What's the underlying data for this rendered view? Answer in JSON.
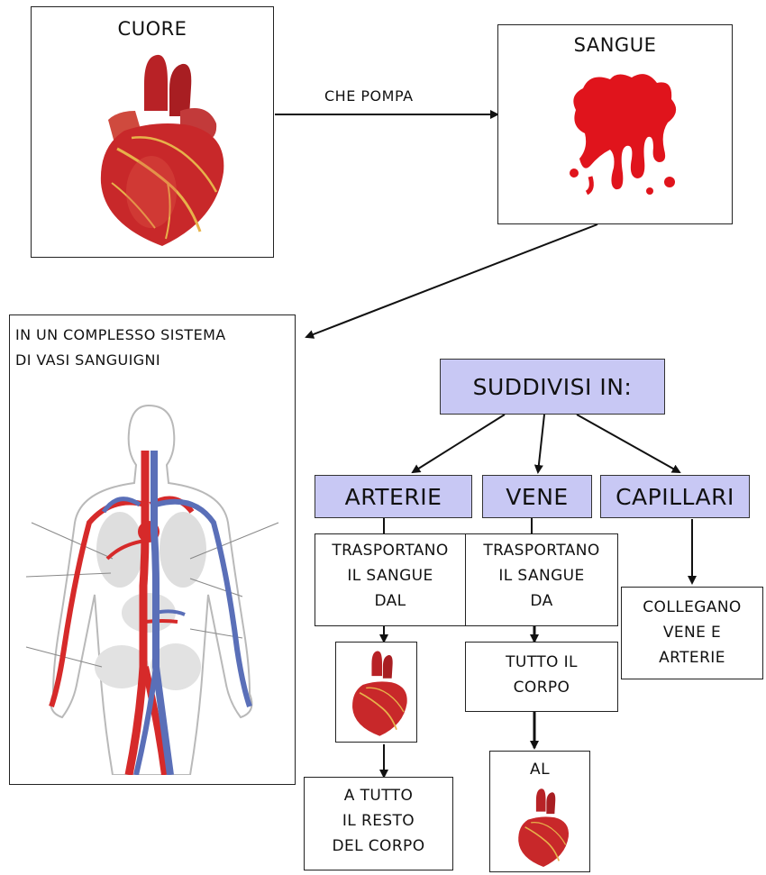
{
  "heart_box": {
    "title": "CUORE"
  },
  "blood_box": {
    "title": "SANGUE"
  },
  "pump_label": "CHE POMPA",
  "system_box": {
    "title": "IN UN COMPLESSO SISTEMA\nDI VASI SANGUIGNI"
  },
  "divided_label": "SUDDIVISI IN:",
  "types": [
    {
      "label": "ARTERIE",
      "description": "TRASPORTANO\nIL SANGUE\nDAL",
      "destination": "A TUTTO\nIL RESTO\nDEL CORPO"
    },
    {
      "label": "VENE",
      "description": "TRASPORTANO\nIL SANGUE\nDA",
      "source": "TUTTO IL\nCORPO",
      "destination": "AL"
    },
    {
      "label": "CAPILLARI",
      "description": "COLLEGANO\nVENE E\nARTERIE"
    }
  ],
  "colors": {
    "header_fill": "#c8c8f4",
    "blood": "#e0141c",
    "heart": "#c8282a",
    "vein": "#5a6fb8"
  }
}
